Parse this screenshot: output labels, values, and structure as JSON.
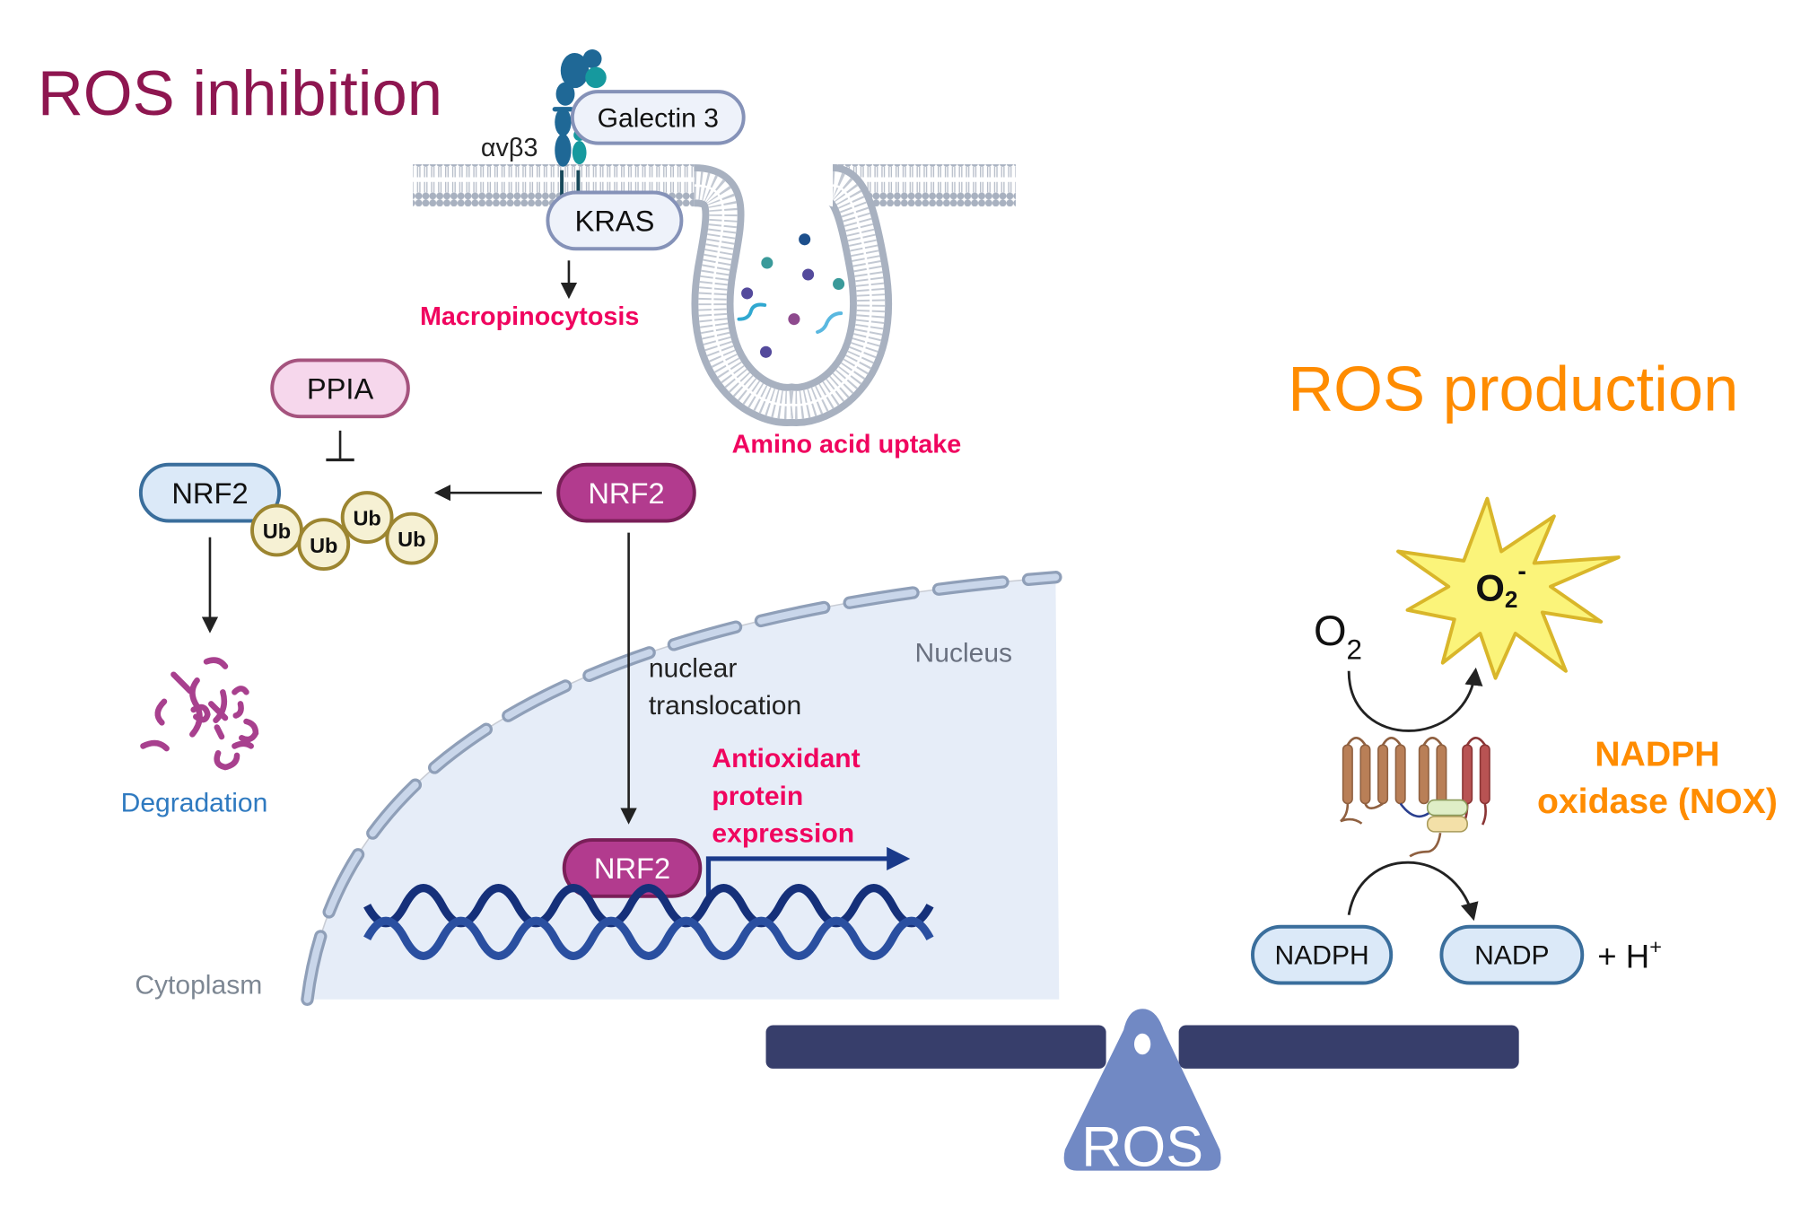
{
  "sections": {
    "inhibition_title": "ROS inhibition",
    "production_title": "ROS production"
  },
  "colors": {
    "inhibition_title": "#8e1650",
    "production_title": "#ff8c00",
    "highlight_pink": "#f0055f",
    "degradation_blue": "#2f7ac0",
    "nucleus_fill": "#e6edf8",
    "envelope": "#aebfd6",
    "dna": "#1a3a8a",
    "nrf2_active": "#b23b8e",
    "seesaw_beam": "#373e6b",
    "seesaw_fulcrum": "#7189c4"
  },
  "membrane": {
    "integrin_label": "αvβ3",
    "galectin_label": "Galectin 3",
    "kras_label": "KRAS",
    "macropinocytosis_label": "Macropinocytosis",
    "amino_acid_label": "Amino acid uptake"
  },
  "cytoplasm": {
    "ppia_label": "PPIA",
    "nrf2_ub_label": "NRF2",
    "ub_labels": [
      "Ub",
      "Ub",
      "Ub",
      "Ub"
    ],
    "nrf2_free_label": "NRF2",
    "degradation_label": "Degradation",
    "cytoplasm_label": "Cytoplasm"
  },
  "nucleus": {
    "label": "Nucleus",
    "translocation_line1": "nuclear",
    "translocation_line2": "translocation",
    "nrf2_label": "NRF2",
    "expression_line1": "Antioxidant",
    "expression_line2": "protein",
    "expression_line3": "expression"
  },
  "production": {
    "o2_base": "O",
    "o2_sub": "2",
    "superoxide_base": "O",
    "superoxide_sub": "2",
    "superoxide_sup": "-",
    "nox_line1": "NADPH",
    "nox_line2": "oxidase (NOX)",
    "nadph_label": "NADPH",
    "nadp_label": "NADP",
    "proton_label": "+ H",
    "proton_sup": "+"
  },
  "balance": {
    "fulcrum_label": "ROS"
  }
}
